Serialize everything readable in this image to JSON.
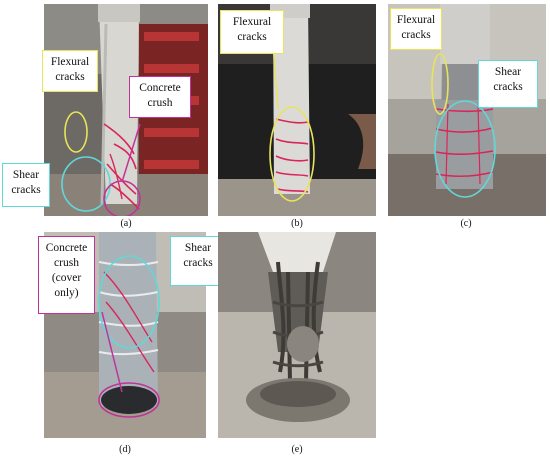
{
  "figure": {
    "panels": [
      {
        "id": "a",
        "caption": "(a)"
      },
      {
        "id": "b",
        "caption": "(b)"
      },
      {
        "id": "c",
        "caption": "(c)"
      },
      {
        "id": "d",
        "caption": "(d)"
      },
      {
        "id": "e",
        "caption": "(e)"
      }
    ],
    "callouts": {
      "a_flexural": [
        "Flexural",
        "cracks"
      ],
      "a_concrete": [
        "Concrete",
        "crush"
      ],
      "a_shear": [
        "Shear",
        "cracks"
      ],
      "b_flexural": [
        "Flexural",
        "cracks"
      ],
      "c_flexural": [
        "Flexural",
        "cracks"
      ],
      "c_shear": [
        "Shear",
        "cracks"
      ],
      "d_concrete": [
        "Concrete",
        "crush",
        "(cover",
        "only)"
      ],
      "d_shear": [
        "Shear",
        "cracks"
      ]
    },
    "colors": {
      "flexural": "#e8e45a",
      "concrete_crush": "#c0339a",
      "shear": "#62d7d8",
      "crack_marking": "#d8265a"
    }
  }
}
